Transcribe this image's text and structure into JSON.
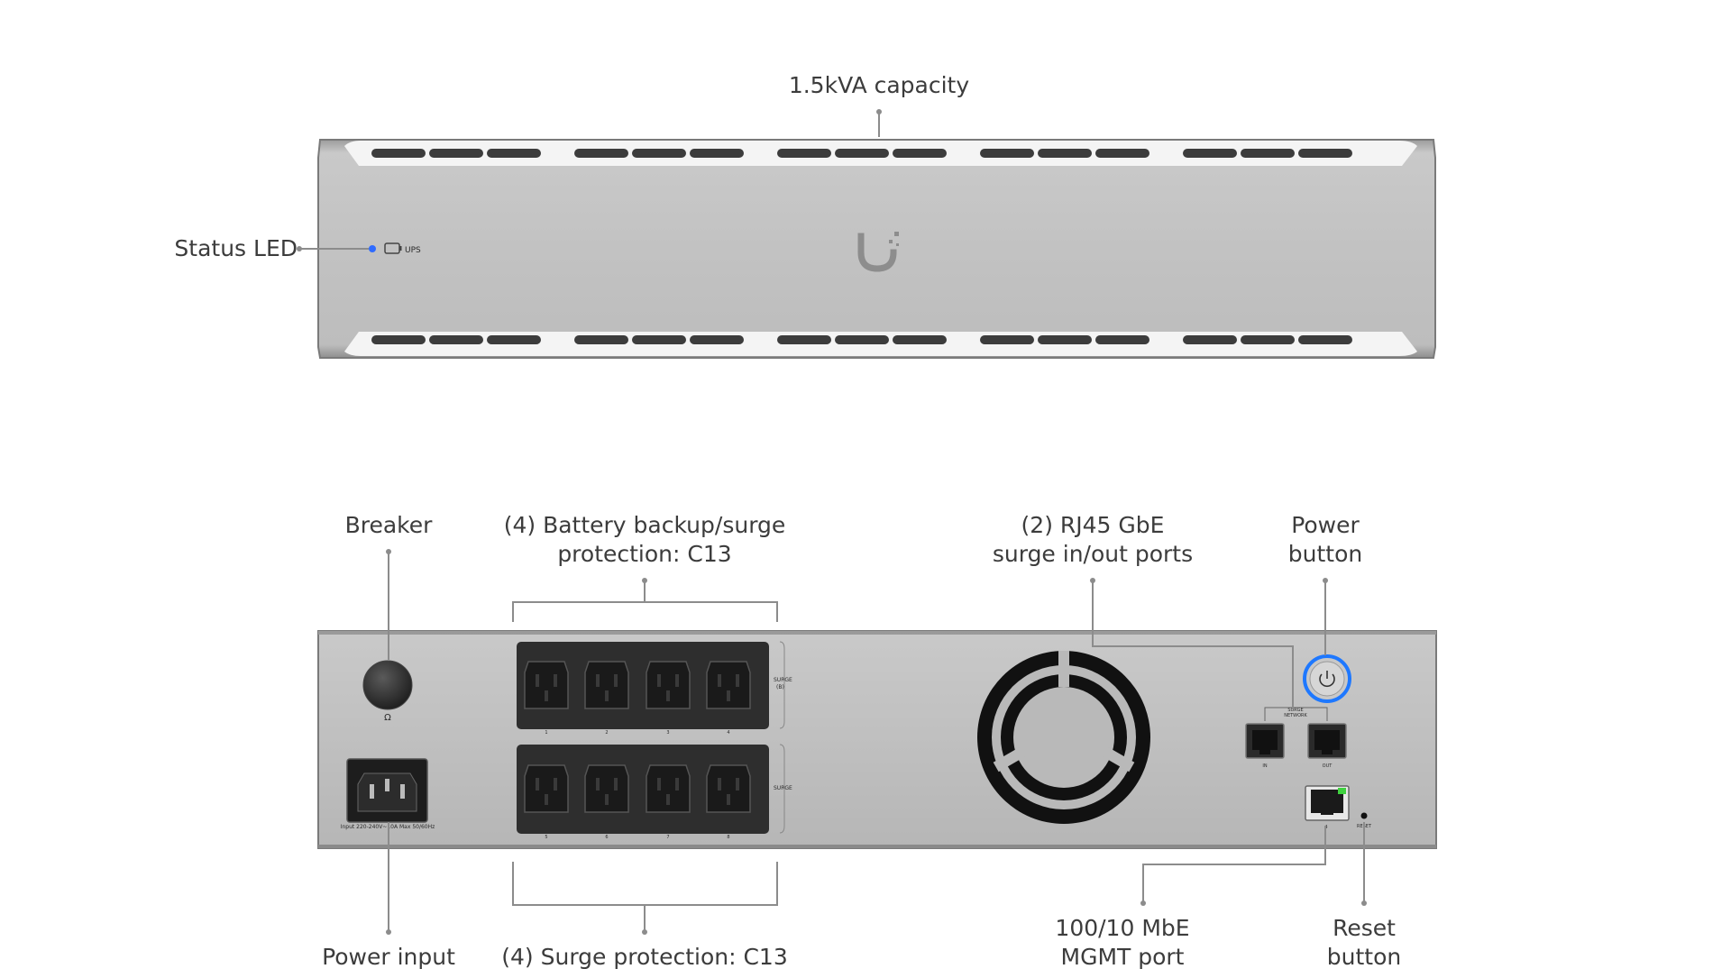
{
  "callouts": {
    "capacity": "1.5kVA capacity",
    "status_led": "Status LED",
    "breaker": "Breaker",
    "battery_backup": "(4) Battery backup/surge\nprotection: C13",
    "rj45": "(2) RJ45 GbE\nsurge in/out ports",
    "power_button": "Power\nbutton",
    "power_input": "Power input",
    "surge_protection": "(4) Surge protection: C13",
    "mgmt_port": "100/10 MbE\nMGMT port",
    "reset_button": "Reset\nbutton"
  },
  "front_panel": {
    "led_text": "UPS",
    "led_color": "#2f6bff"
  },
  "rear_panel": {
    "outlet_group_top": "SURGE\n(B)",
    "outlet_group_bottom": "SURGE",
    "outlet_numbers_top": [
      "1",
      "2",
      "3",
      "4"
    ],
    "outlet_numbers_bottom": [
      "5",
      "6",
      "7",
      "8"
    ],
    "network_label": "SURGE\nNETWORK",
    "port_in": "IN",
    "port_out": "OUT",
    "mgmt_port_number": "4",
    "reset_label": "RESET",
    "breaker_mark": "Ω",
    "input_rating": "Input 220-240V~10A Max 50/60Hz",
    "power_ring_color": "#1e78ff",
    "mgmt_led_color": "#3fd13f"
  },
  "colors": {
    "chassis": "#bcbcbc",
    "chassis_dark": "#8a8a8a",
    "outlet_block": "#2e2e2e",
    "leader_line": "#8c8c8c"
  }
}
